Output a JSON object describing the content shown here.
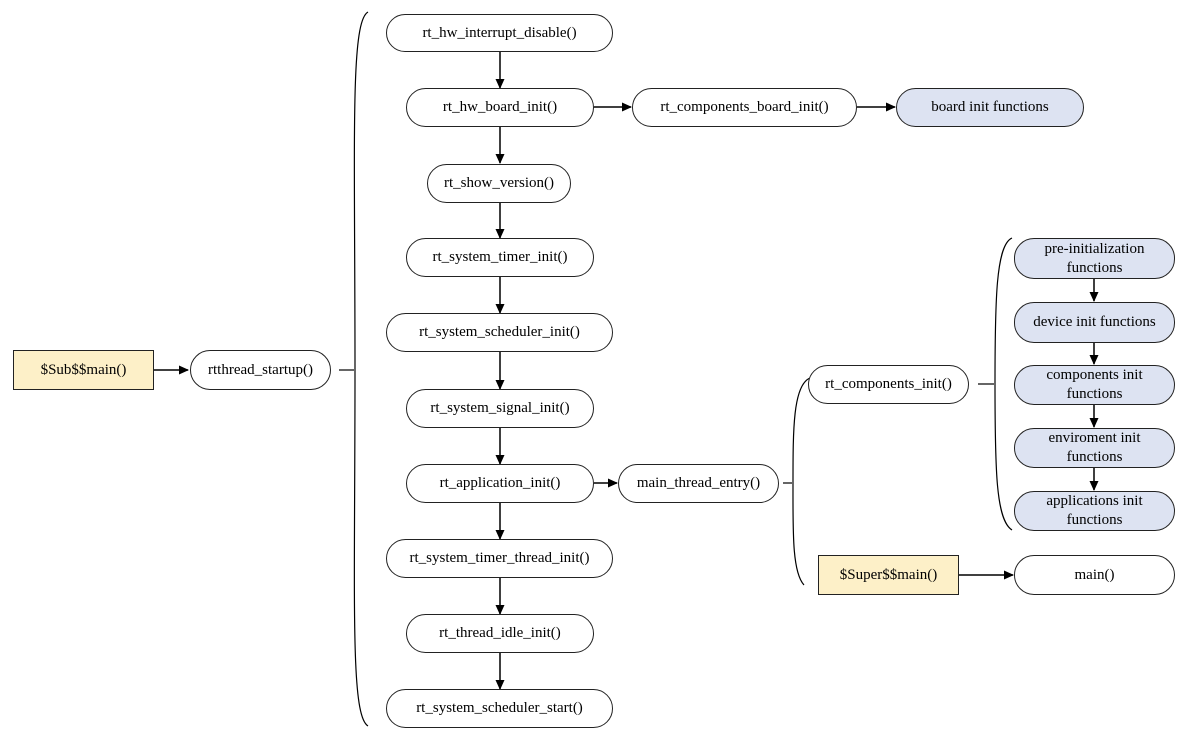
{
  "colors": {
    "node_fill": "#ffffff",
    "init_group_fill": "#dde3f2",
    "entry_fill": "#fdf0c8",
    "stroke": "#222222"
  },
  "nodes": {
    "sub_main": "$Sub$$main()",
    "rtthread_startup": "rtthread_startup()",
    "hw_interrupt_disable": "rt_hw_interrupt_disable()",
    "hw_board_init": "rt_hw_board_init()",
    "components_board_init": "rt_components_board_init()",
    "board_init_functions": "board init functions",
    "show_version": "rt_show_version()",
    "system_timer_init": "rt_system_timer_init()",
    "system_scheduler_init": "rt_system_scheduler_init()",
    "system_signal_init": "rt_system_signal_init()",
    "application_init": "rt_application_init()",
    "main_thread_entry": "main_thread_entry()",
    "system_timer_thread_init": "rt_system_timer_thread_init()",
    "thread_idle_init": "rt_thread_idle_init()",
    "system_scheduler_start": "rt_system_scheduler_start()",
    "components_init": "rt_components_init()",
    "pre_init_functions": "pre-initialization functions",
    "device_init_functions": "device init functions",
    "components_init_functions": "components init functions",
    "environment_init_functions": "enviroment init functions",
    "applications_init_functions": "applications init functions",
    "super_main": "$Super$$main()",
    "main": "main()"
  }
}
